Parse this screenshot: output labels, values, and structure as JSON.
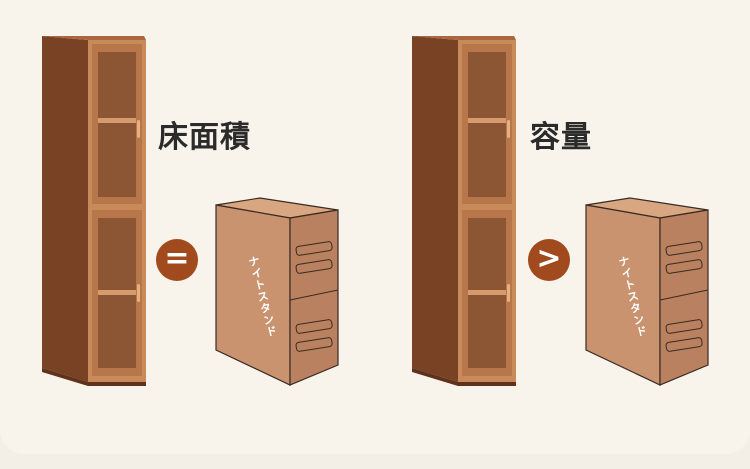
{
  "comparisons": [
    {
      "label": "床面積",
      "operator": "=",
      "box_text": "ナイトスタンド"
    },
    {
      "label": "容量",
      "operator": ">",
      "box_text": "ナイトスタンド"
    }
  ],
  "colors": {
    "background": "#f8f3eb",
    "wood": "#8a4f2c",
    "wood_light": "#c98a5a",
    "box": "#c99370",
    "box_dark": "#b9815f",
    "badge": "#a04a1e"
  }
}
